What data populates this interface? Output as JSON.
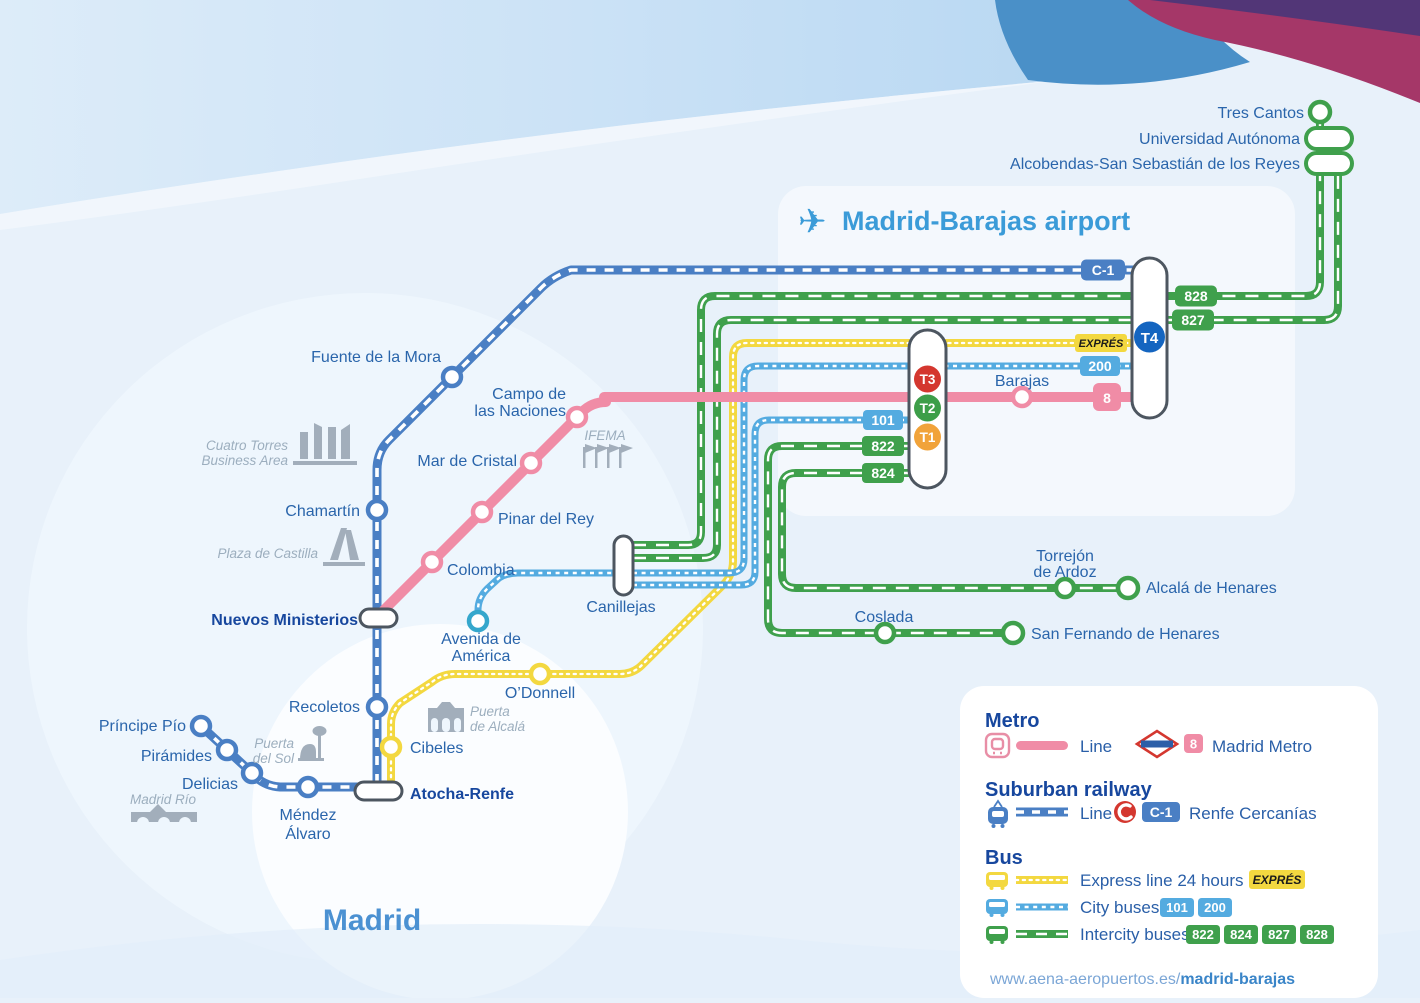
{
  "titles": {
    "airport": "Madrid-Barajas airport",
    "city": "Madrid"
  },
  "colors": {
    "suburban_blue": "#4a7fc4",
    "intercity_green": "#3fa04c",
    "express_yellow": "#f3d840",
    "citybus_lightblue": "#54abe0",
    "metro_pink": "#f08ca6",
    "label_blue": "#2a65ab",
    "label_bold_blue": "#17479e",
    "landmark_gray": "#a2aebb",
    "title_blue": "#3b9bd8",
    "t4_blue": "#1465c0",
    "t3_red": "#d4372f",
    "t2_green": "#3d9e49",
    "t1_orange": "#f1a33a"
  },
  "stations": {
    "tres_cantos": "Tres Cantos",
    "universidad": "Universidad Autónoma",
    "alcobendas": "Alcobendas-San Sebastián de los Reyes",
    "fuente_mora": "Fuente de la Mora",
    "campo": [
      "Campo de",
      "las Naciones"
    ],
    "mar_cristal": "Mar de Cristal",
    "pinar": "Pinar del Rey",
    "colombia": "Colombia",
    "chamartin": "Chamartín",
    "canillejas": "Canillejas",
    "nuevos_ministerios": "Nuevos Ministerios",
    "avenida": [
      "Avenida de",
      "América"
    ],
    "recoletos": "Recoletos",
    "odonnell": "O’Donnell",
    "cibeles": "Cibeles",
    "principe_pio": "Príncipe Pío",
    "piramides": "Pirámides",
    "delicias": "Delicias",
    "mendez": [
      "Méndez",
      "Álvaro"
    ],
    "atocha": "Atocha-Renfe",
    "barajas": "Barajas",
    "torrejon": [
      "Torrejón",
      "de Ardoz"
    ],
    "alcala": "Alcalá de Henares",
    "coslada": "Coslada",
    "san_fernando": "San Fernando de Henares"
  },
  "terminals": {
    "t1": "T1",
    "t2": "T2",
    "t3": "T3",
    "t4": "T4"
  },
  "badges": {
    "c1": "C-1",
    "b828": "828",
    "b827": "827",
    "expres": "EXPRÉS",
    "b200": "200",
    "m8": "8",
    "b101": "101",
    "b822": "822",
    "b824": "824"
  },
  "landmarks": {
    "cuatro_torres": [
      "Cuatro Torres",
      "Business Area"
    ],
    "plaza_castilla": "Plaza de Castilla",
    "ifema": "IFEMA",
    "puerta_alcala": [
      "Puerta",
      "de Alcalá"
    ],
    "puerta_sol": [
      "Puerta",
      "del Sol"
    ],
    "madrid_rio": "Madrid Río"
  },
  "legend": {
    "metro_heading": "Metro",
    "metro_line_label": "Line",
    "metro_badge": "8",
    "metro_name": "Madrid Metro",
    "suburban_heading": "Suburban railway",
    "suburban_line_label": "Line",
    "suburban_badge": "C-1",
    "suburban_name": "Renfe Cercanías",
    "bus_heading": "Bus",
    "express_label": "Express line 24 hours",
    "express_badge": "EXPRÉS",
    "citybus_label": "City buses",
    "citybus_badges": [
      "101",
      "200"
    ],
    "intercity_label": "Intercity buses",
    "intercity_badges": [
      "822",
      "824",
      "827",
      "828"
    ],
    "url_normal": "www.aena-aeropuertos.es/",
    "url_bold": "madrid-barajas"
  }
}
